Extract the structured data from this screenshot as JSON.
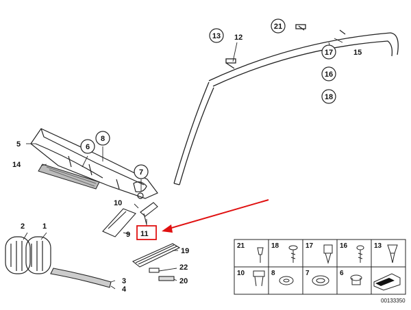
{
  "diagram": {
    "drawing_number": "00133350",
    "highlight_color": "#e01010",
    "callouts": {
      "c13": "13",
      "c12": "12",
      "c21": "21",
      "c15": "15",
      "c17": "17",
      "c16": "16",
      "c18": "18",
      "c5": "5",
      "c6": "6",
      "c8": "8",
      "c14": "14",
      "c7": "7",
      "c10": "10",
      "c9": "9",
      "c11": "11",
      "c2": "2",
      "c1": "1",
      "c3": "3",
      "c4": "4",
      "c19": "19",
      "c22": "22",
      "c20": "20"
    },
    "legend": {
      "row1": [
        "21",
        "18",
        "17",
        "16",
        "13"
      ],
      "row2": [
        "10",
        "8",
        "7",
        "6"
      ]
    }
  }
}
